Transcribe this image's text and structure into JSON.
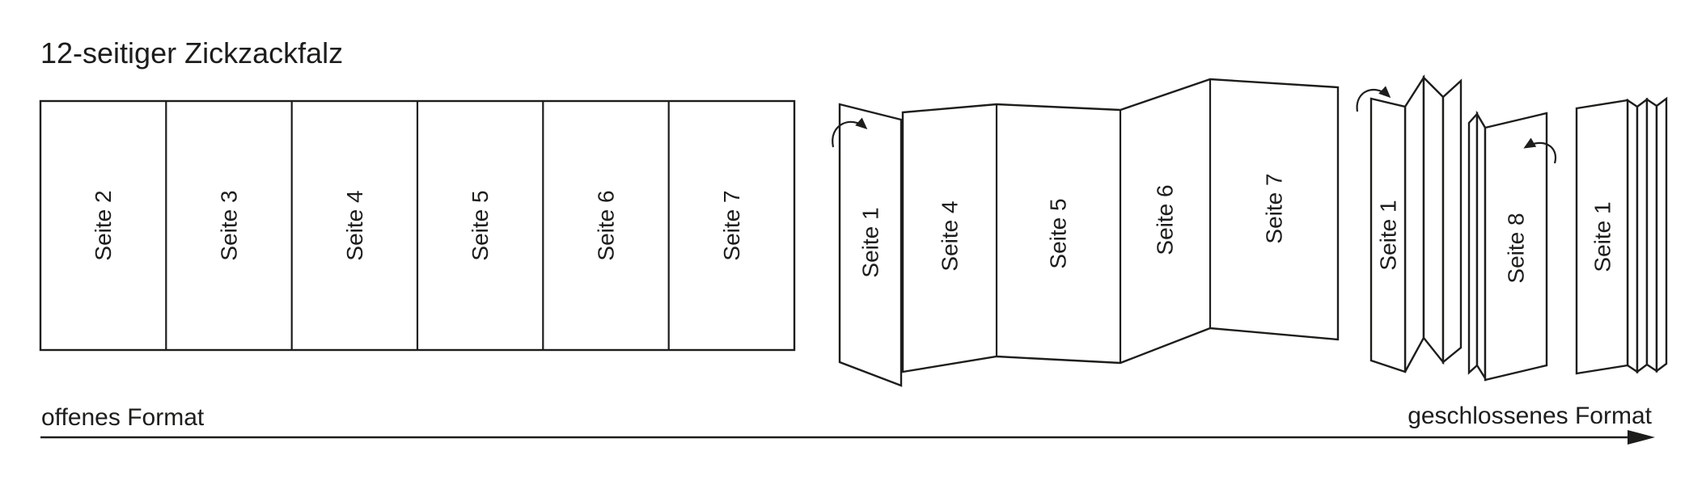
{
  "title": "12-seitiger Zickzackfalz",
  "colors": {
    "stroke": "#1d1d1b",
    "background": "#ffffff"
  },
  "open_spread": {
    "labels": [
      "Seite 2",
      "Seite 3",
      "Seite 4",
      "Seite 5",
      "Seite 6",
      "Seite 7"
    ]
  },
  "folding_accordion": {
    "flap_label": "Seite 1",
    "panel_labels": [
      "Seite 4",
      "Seite 5",
      "Seite 6",
      "Seite 7"
    ]
  },
  "closing_sequence": {
    "half_closed_label": "Seite 1",
    "back_panel_label": "Seite 8",
    "closed_label": "Seite 1"
  },
  "format_axis": {
    "left_label": "offenes Format",
    "right_label": "geschlossenes Format"
  }
}
